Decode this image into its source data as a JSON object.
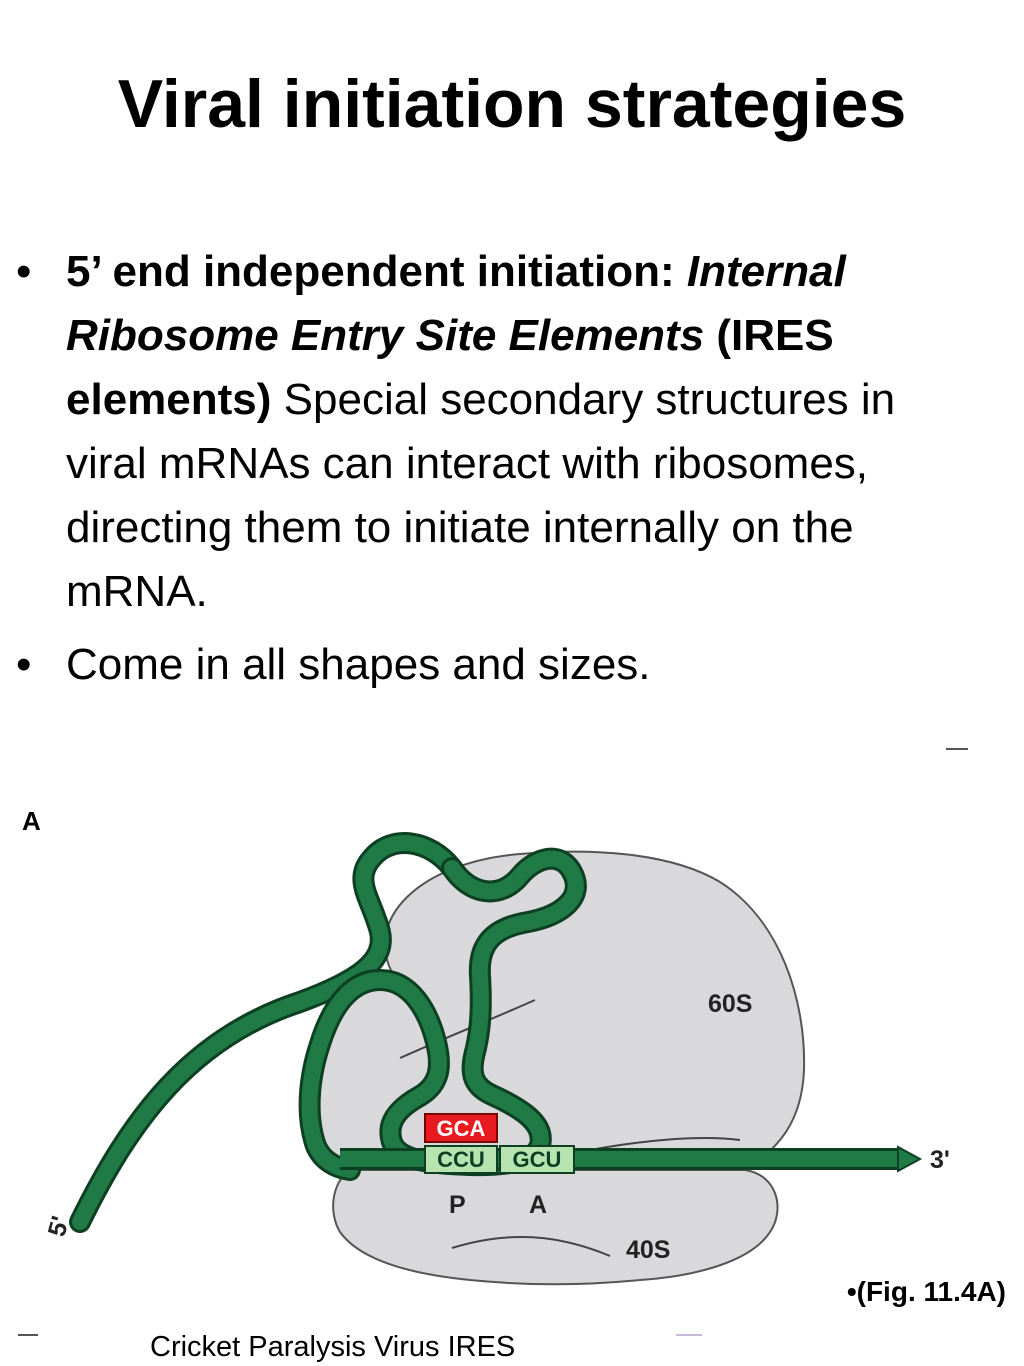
{
  "slide": {
    "title": "Viral initiation strategies",
    "bullet1": {
      "lead": "5’ end independent initiation:",
      "italic_term": "Internal Ribosome Entry Site Elements",
      "abbrev": "(IRES elements)",
      "body": "Special secondary structures in viral mRNAs can interact with ribosomes, directing them to initiate internally on the mRNA."
    },
    "bullet2": "Come in all shapes and sizes.",
    "figure_ref": "•(Fig. 11.4A)",
    "caption": "Cricket Paralysis Virus IRES"
  },
  "diagram": {
    "panel_letter": "A",
    "subunit_large": "60S",
    "subunit_small": "40S",
    "site_p": "P",
    "site_a": "A",
    "end_5": "5'",
    "end_3": "3'",
    "codon_top": "GCA",
    "codon_bottom_left": "CCU",
    "codon_bottom_right": "GCU",
    "colors": {
      "rna": "#1f7a45",
      "rna_outline": "#0d3f22",
      "ribosome": "#d9d9dc",
      "ribosome_outline": "#555555",
      "codon_red": "#e8191f",
      "codon_green": "#b7e3b1"
    }
  }
}
